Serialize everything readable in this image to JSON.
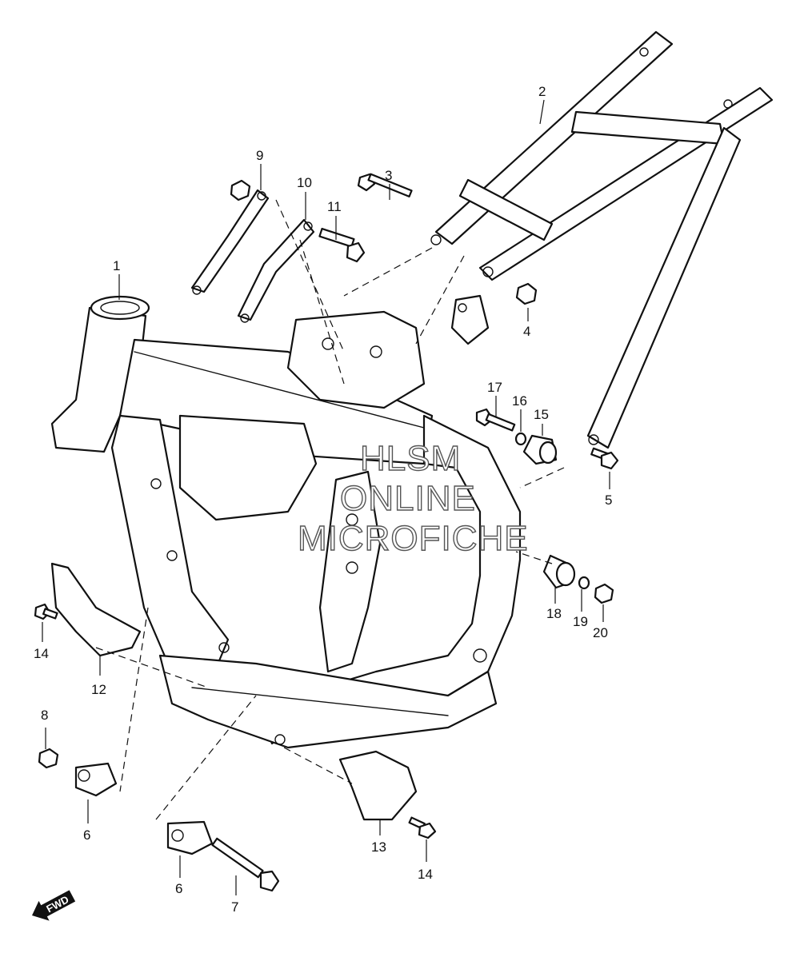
{
  "callouts": {
    "c1": "1",
    "c2": "2",
    "c3": "3",
    "c4": "4",
    "c5": "5",
    "c6a": "6",
    "c6b": "6",
    "c7": "7",
    "c8": "8",
    "c9": "9",
    "c10": "10",
    "c11": "11",
    "c12": "12",
    "c13": "13",
    "c14a": "14",
    "c14b": "14",
    "c15": "15",
    "c16": "16",
    "c17": "17",
    "c18": "18",
    "c19": "19",
    "c20": "20"
  },
  "watermark": {
    "line1": "HLSM",
    "line2": "ONLINE",
    "line3": "MICROFICHE"
  },
  "fwd_label": "FWD"
}
